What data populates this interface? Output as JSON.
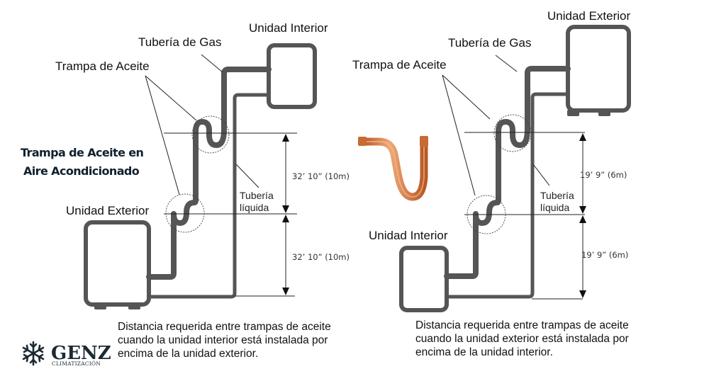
{
  "title": {
    "line1": "Trampa de Aceite en",
    "line2": "Aire Acondicionado"
  },
  "left_diagram": {
    "upper_unit_label": "Unidad Interior",
    "lower_unit_label": "Unidad Exterior",
    "gas_pipe_label": "Tubería de  Gas",
    "oil_trap_label": "Trampa de Aceite",
    "liquid_pipe_label_line1": "Tubería",
    "liquid_pipe_label_line2": "líquida",
    "dimension_upper": "32’ 10” (10m)",
    "dimension_lower": "32’ 10” (10m)",
    "caption_line1": "Distancia requerida entre trampas de aceite",
    "caption_line2": "cuando la unidad interior está instalada por",
    "caption_line3": "encima de la unidad exterior."
  },
  "right_diagram": {
    "upper_unit_label": "Unidad Exterior",
    "lower_unit_label": "Unidad Interior",
    "gas_pipe_label": "Tubería de  Gas",
    "oil_trap_label": "Trampa de Aceite",
    "liquid_pipe_label_line1": "Tubería",
    "liquid_pipe_label_line2": "líquida",
    "dimension_upper": "19’ 9” (6m)",
    "dimension_lower": "19’ 9” (6m)",
    "caption_line1": "Distancia requerida entre trampas de aceite",
    "caption_line2": "cuando la unidad exterior está instalada por",
    "caption_line3": "encima de la unidad  interior."
  },
  "center_image": {
    "icon": "copper-p-trap-icon",
    "color": "#d2743a"
  },
  "logo": {
    "icon": "snowflake-icon",
    "name": "GENZ",
    "subtitle": "CLIMATIZACIÓN"
  },
  "colors": {
    "pipe": "#555555",
    "title": "#10202e",
    "copper": "#d2743a"
  }
}
